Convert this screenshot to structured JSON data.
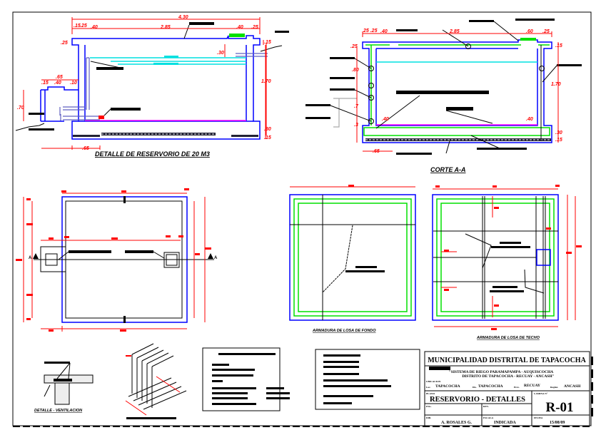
{
  "drawing": {
    "elevation": {
      "title": "DETALLE DE RESERVORIO DE 20 M3",
      "dims": {
        "total": "4.30",
        "a": ".15",
        "b": ".25",
        "c": ".40",
        "inner": "2.85",
        "d": ".40",
        "e": ".25",
        "slab": ".25",
        "top_r": ".15",
        "overflow": ".30",
        "height": "1.70",
        "base": ".30",
        "base2": ".15",
        "foot": ".65",
        "box_h": ".70",
        "box_w": ".65",
        "box_a": ".15",
        "box_b": ".40",
        "box_c": ".10"
      }
    },
    "section": {
      "title": "CORTE A-A",
      "dims": {
        "a": "25 .25",
        "b": ".40",
        "inner": "2.85",
        "c": ".60",
        "d": ".25",
        "slab": ".25",
        "top_r": ".15",
        "height": "1.70",
        "base": ".30",
        "base2": ".15",
        "foot": ".65",
        "l1": ".40",
        "l2": ".40",
        "w1": ".80",
        "w2": ".7",
        "w3": ".3"
      }
    },
    "plan": {
      "marker_left": "A",
      "marker_right": "A"
    },
    "floor_rebar": {
      "title": "ARMADURA DE LOSA DE FONDO"
    },
    "roof_rebar": {
      "title": "ARMADURA DE LOSA DE TECHO"
    },
    "ventilation": {
      "title": "DETALLE - VENTILACION"
    }
  },
  "title_block": {
    "org": "MUNICIPALIDAD DISTRITAL DE TAPACOCHA",
    "project_line1": "\"SISTEMA DE RIEGO PARAMAPAMPA - AUQUISCOCHA",
    "project_line2": "DISTRITO DE TAPACOCHA - RECUAY - ANCASH\"",
    "location_label": "UBICACION",
    "loc_prefix": "Loc.",
    "locality": "TAPACOCHA",
    "dist_prefix": "Dis.",
    "district": "TAPACOCHA",
    "prov_prefix": "Prov.",
    "province": "RECUAY",
    "region_prefix": "Región",
    "region": "ANCASH",
    "plan_label": "PLANO",
    "plan_name": "RESERVORIO - DETALLES",
    "sheet_label": "LAMINA N°",
    "sheet": "R-01",
    "ing_label": "ING.",
    "rev_label": "REV.",
    "dib_label": "DIB.",
    "drawn_by": "A. ROSALES G.",
    "scale_label": "ESCALA",
    "scale": "INDICADA",
    "date_label": "FECHA",
    "date": "15/08/09"
  },
  "colors": {
    "concrete": "#0000ff",
    "rebar": "#00e000",
    "dimension": "#ff0000",
    "water": "#00e0e0"
  }
}
